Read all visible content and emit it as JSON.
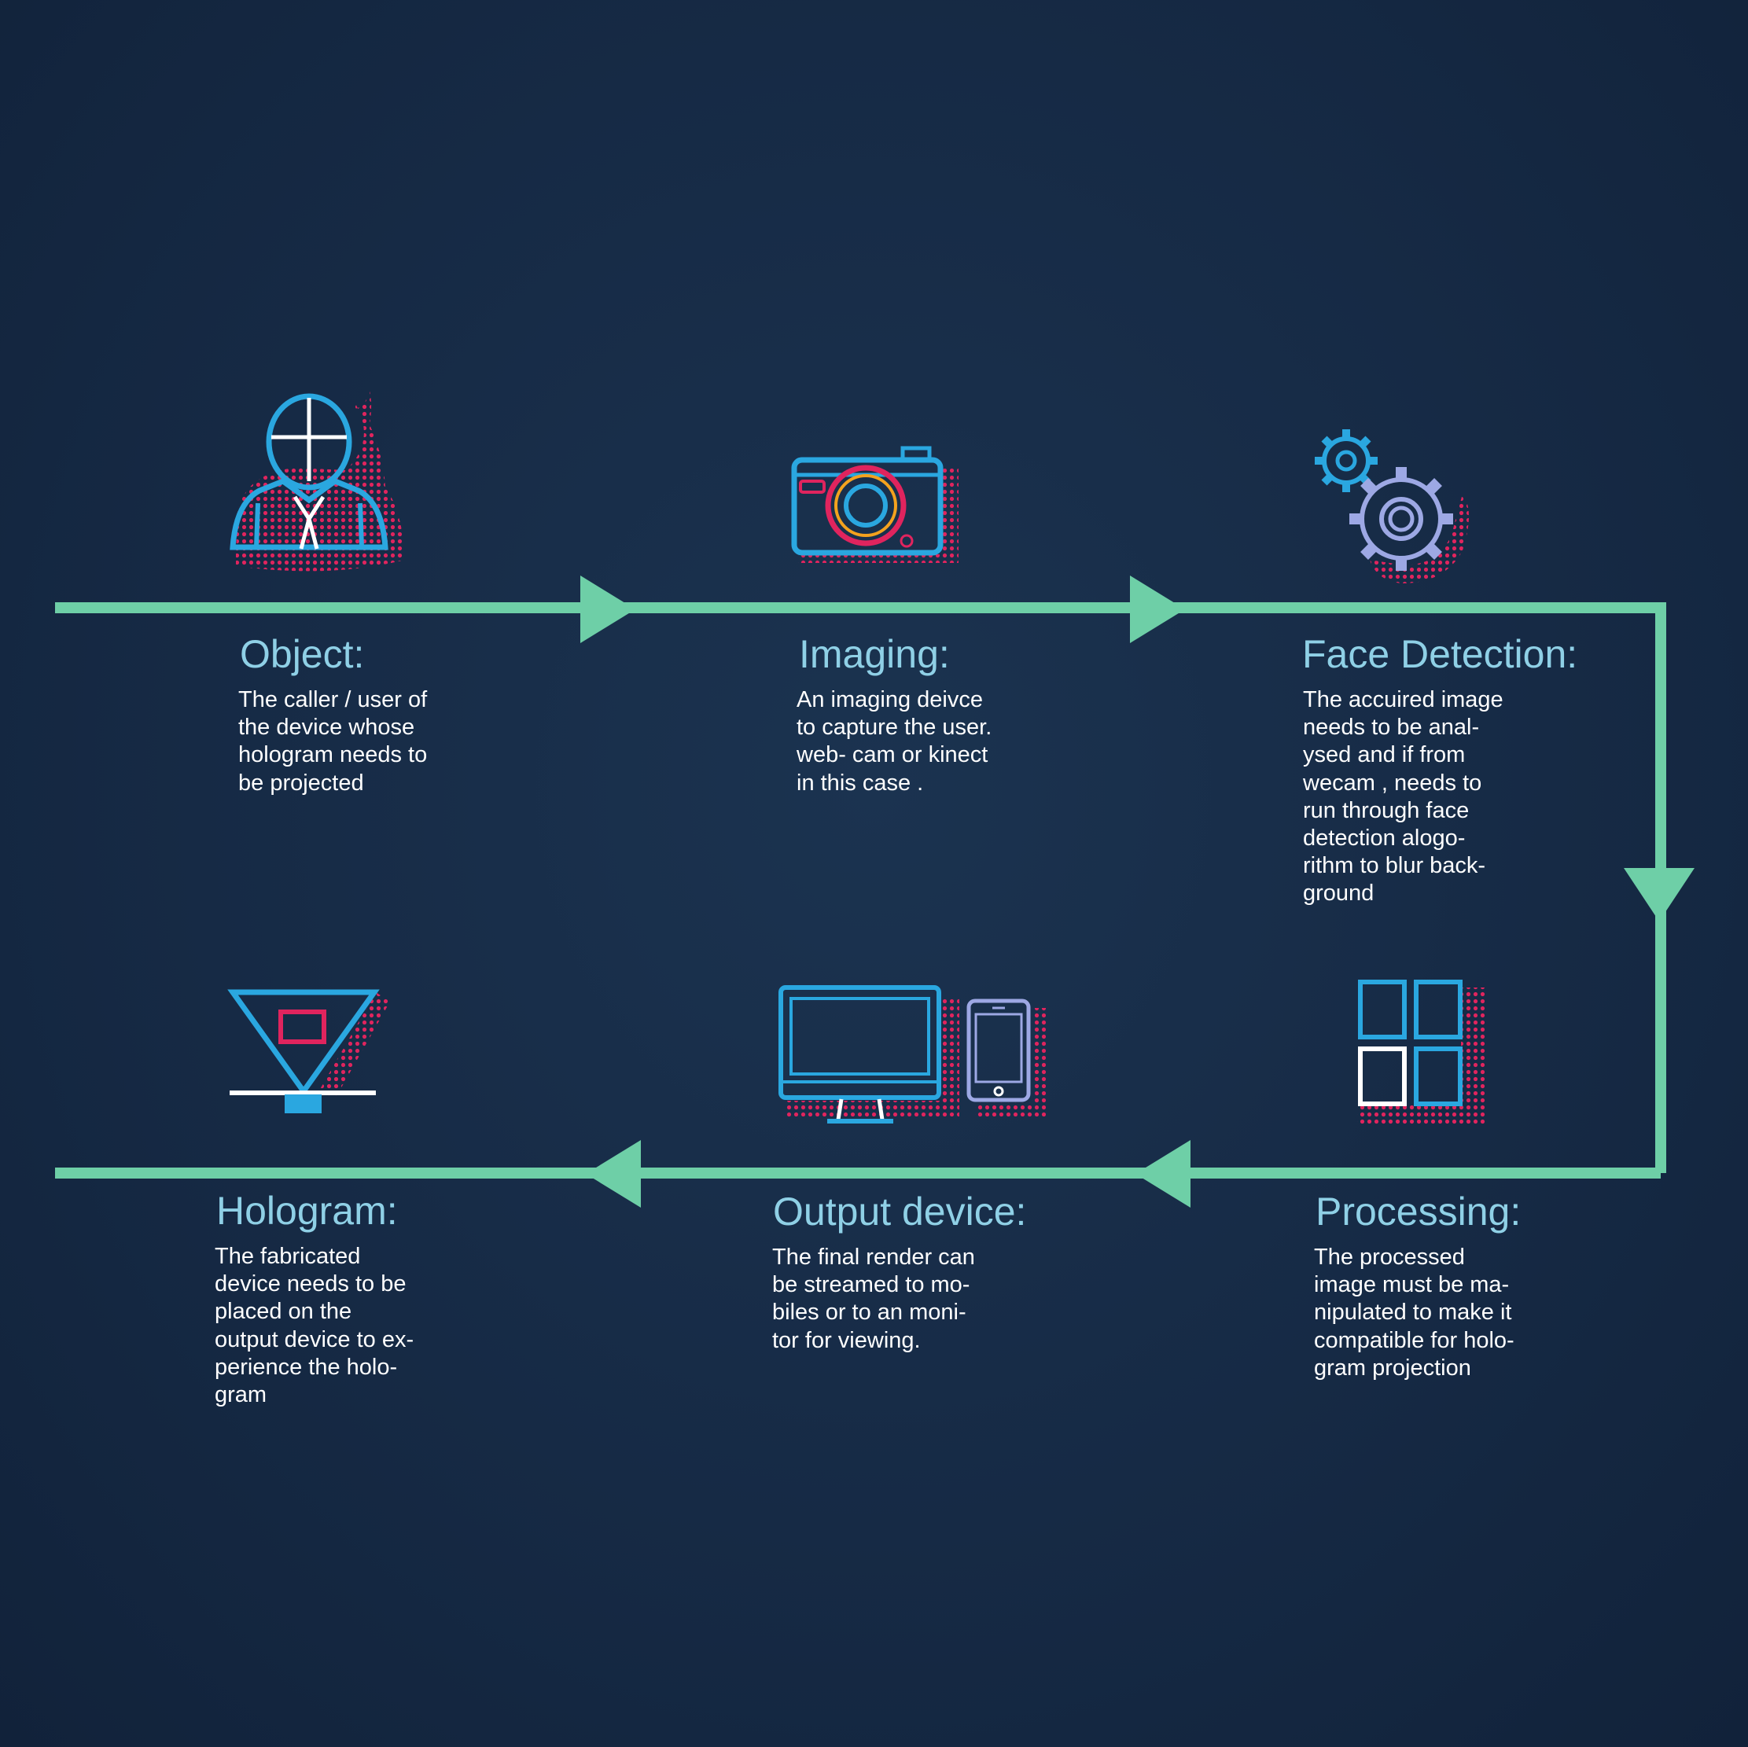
{
  "colors": {
    "background": "#162a45",
    "flow_line": "#6ecfa7",
    "icon_outline": "#2aa7e0",
    "icon_accent": "#e0245e",
    "icon_white": "#ffffff",
    "title_text": "#8fd0e6",
    "body_text": "#ffffff"
  },
  "steps": [
    {
      "id": "object",
      "icon": "person-icon",
      "title": "Object:",
      "description": "The caller / user of\nthe device whose\nhologram needs to\nbe projected"
    },
    {
      "id": "imaging",
      "icon": "camera-icon",
      "title": "Imaging:",
      "description": "An imaging deivce\nto capture the user.\nweb- cam or kinect\nin this case ."
    },
    {
      "id": "face-detection",
      "icon": "gears-icon",
      "title": "Face Detection:",
      "description": "The accuired image\nneeds to be anal-\nysed and if from\nwecam , needs to\nrun through face\ndetection alogo-\nrithm to blur back-\nground"
    },
    {
      "id": "processing",
      "icon": "grid-icon",
      "title": "Processing:",
      "description": "The processed\nimage must be ma-\nnipulated to make it\ncompatible for holo-\ngram projection"
    },
    {
      "id": "output-device",
      "icon": "monitor-and-phone-icon",
      "title": "Output device:",
      "description": "The final render can\nbe streamed to mo-\nbiles or to an moni-\ntor for viewing."
    },
    {
      "id": "hologram",
      "icon": "hologram-projector-icon",
      "title": "Hologram:",
      "description": "The fabricated\ndevice needs to be\nplaced on the\noutput device to ex-\nperience the holo-\ngram"
    }
  ]
}
